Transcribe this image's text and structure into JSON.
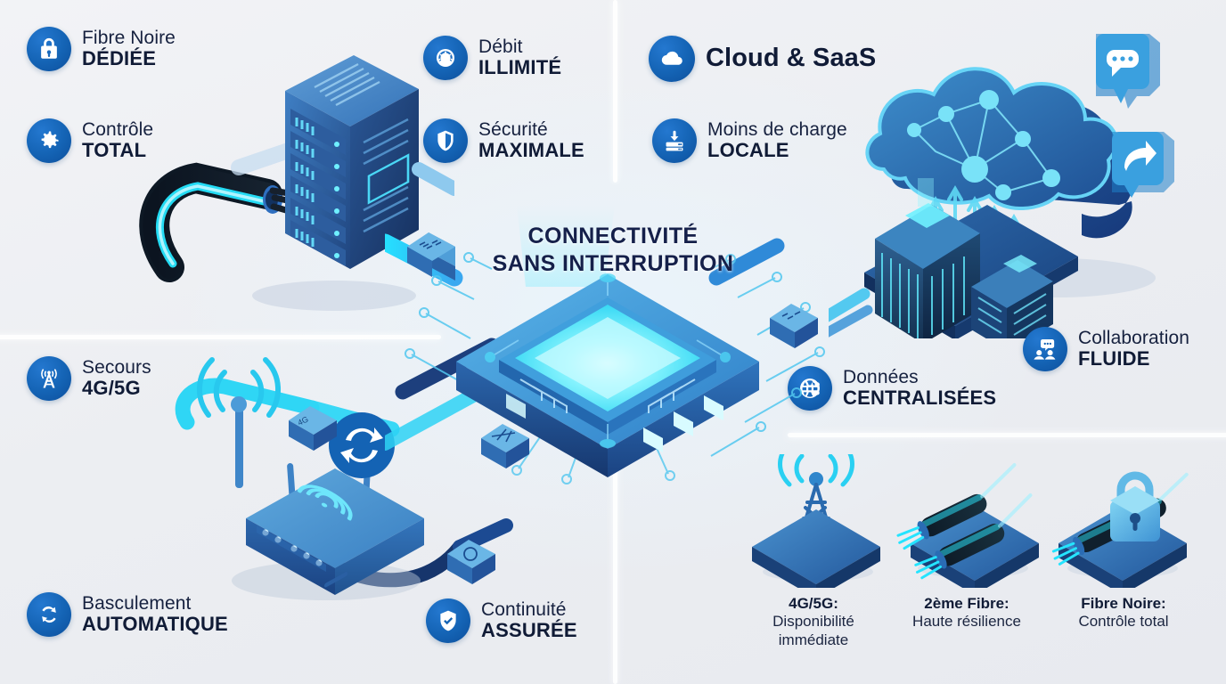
{
  "meta": {
    "title": "Connectivité Sans Interruption",
    "background": "#eef0f4",
    "accent_blue": "#1463b4",
    "accent_cyan": "#26e0f5",
    "text_dark": "#101b36"
  },
  "center": {
    "title_line1": "CONNECTIVITÉ",
    "title_line2": "SANS INTERRUPTION"
  },
  "quadrants": {
    "top_left": {
      "features": [
        {
          "icon": "lock-icon",
          "line1": "Fibre Noire",
          "line2": "DÉDIÉE"
        },
        {
          "icon": "gear-icon",
          "line1": "Contrôle",
          "line2": "TOTAL"
        }
      ]
    },
    "top_mid": {
      "features": [
        {
          "icon": "speedometer-icon",
          "line1": "Débit",
          "line2": "ILLIMITÉ"
        },
        {
          "icon": "shield-icon",
          "line1": "Sécurité",
          "line2": "MAXIMALE"
        }
      ]
    },
    "top_right": {
      "heading": {
        "icon": "cloud-icon",
        "line1": "Cloud & SaaS"
      },
      "features": [
        {
          "icon": "download-server-icon",
          "line1": "Moins de charge",
          "line2": "LOCALE"
        },
        {
          "icon": "chat-people-icon",
          "line1": "Collaboration",
          "line2": "FLUIDE"
        },
        {
          "icon": "globe-icon",
          "line1": "Données",
          "line2": "CENTRALISÉES"
        }
      ]
    },
    "bottom_left": {
      "features": [
        {
          "icon": "antenna-icon",
          "line1": "Secours",
          "line2": "4G/5G"
        },
        {
          "icon": "sync-icon",
          "line1": "Basculement",
          "line2": "AUTOMATIQUE"
        },
        {
          "icon": "shield-check-icon",
          "line1": "Continuité",
          "line2": "ASSURÉE"
        }
      ]
    },
    "bottom_right": {
      "cards": [
        {
          "icon": "tower-platform-icon",
          "title": "4G/5G:",
          "desc_line1": "Disponibilité",
          "desc_line2": "immédiate"
        },
        {
          "icon": "dual-fiber-icon",
          "title": "2ème Fibre:",
          "desc_line1": "Haute résilience",
          "desc_line2": ""
        },
        {
          "icon": "lock-fiber-icon",
          "title": "Fibre Noire:",
          "desc_line1": "Contrôle total",
          "desc_line2": ""
        }
      ]
    }
  }
}
